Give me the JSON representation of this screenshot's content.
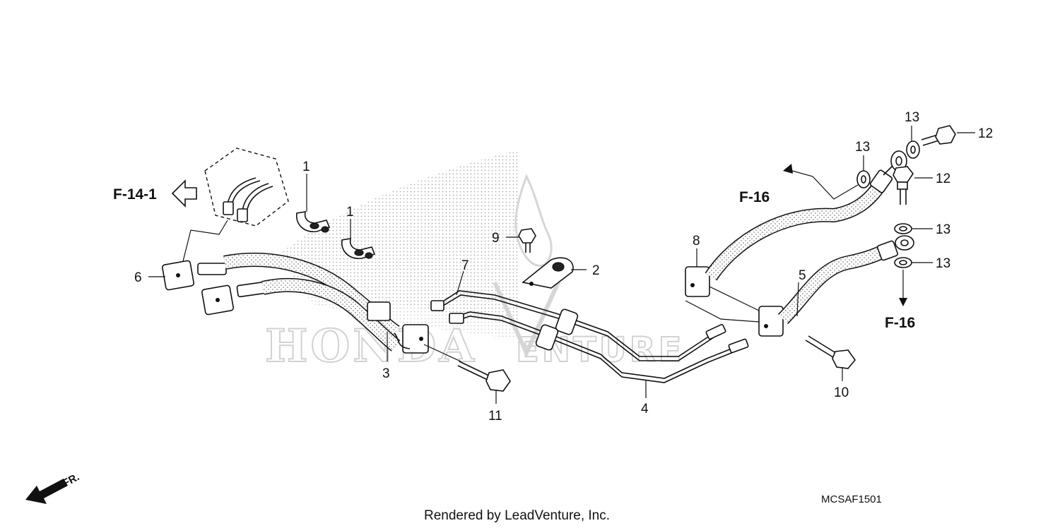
{
  "diagram": {
    "callouts": {
      "c1a": "1",
      "c1b": "1",
      "c2": "2",
      "c3": "3",
      "c4": "4",
      "c5": "5",
      "c6": "6",
      "c7": "7",
      "c8": "8",
      "c9": "9",
      "c10": "10",
      "c11": "11",
      "c12a": "12",
      "c12b": "12",
      "c13a": "13",
      "c13b": "13",
      "c13c": "13",
      "c13d": "13"
    },
    "references": {
      "f141": "F-14-1",
      "f16a": "F-16",
      "f16b": "F-16"
    },
    "direction_label": "FR.",
    "diagram_code": "MCSAF1501",
    "footer": "Rendered by LeadVenture, Inc.",
    "watermark_text": "HONDA",
    "watermark_text2": "ENTURE"
  }
}
